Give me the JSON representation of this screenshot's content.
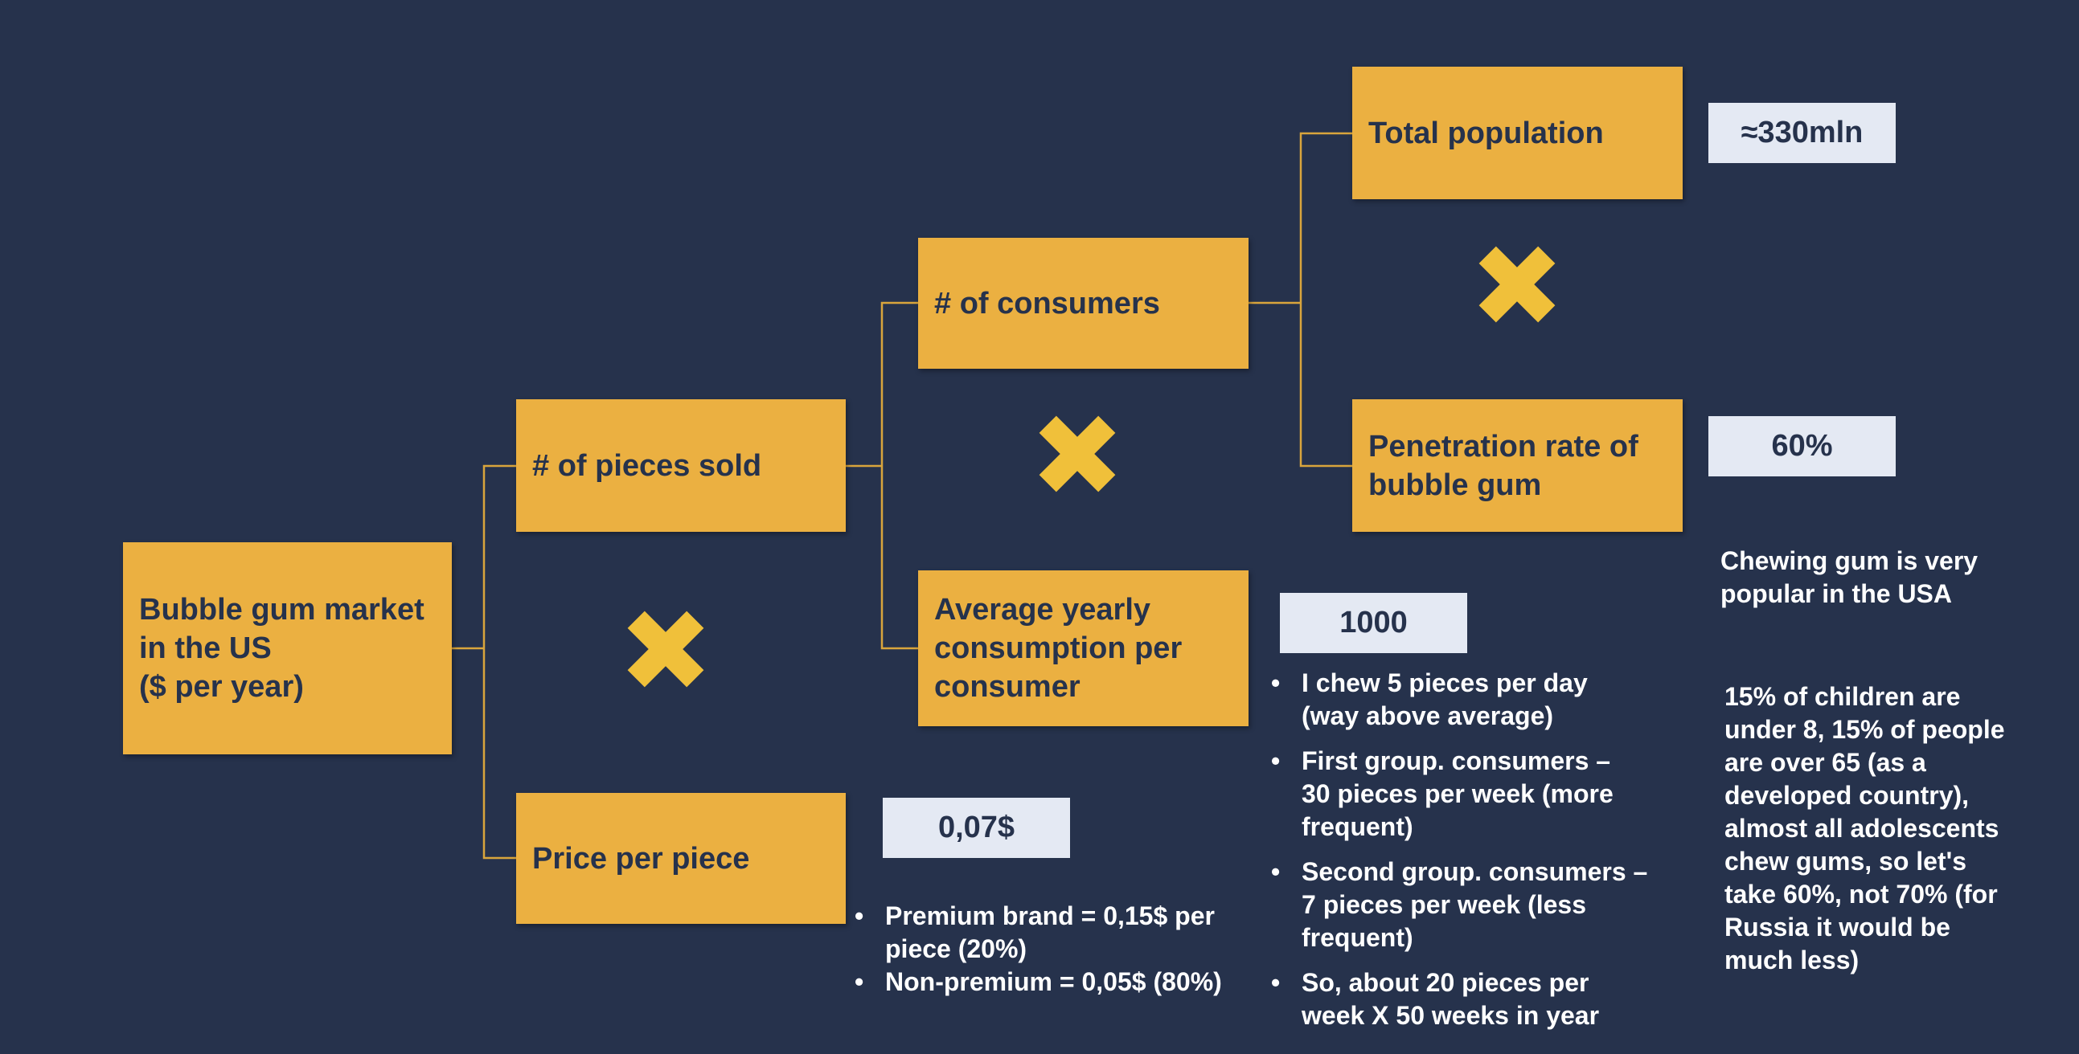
{
  "colors": {
    "background": "#26324c",
    "box_fill": "#ebb041",
    "value_fill": "#e4e9f3",
    "text_dark": "#26324c",
    "connector": "#d9a53c",
    "cross": "#f0c03a"
  },
  "tree": {
    "root": "Bubble gum market\nin the US\n($ per year)",
    "pieces_sold": "# of pieces sold",
    "price_per_piece": "Price per piece",
    "consumers": "# of consumers",
    "avg_consumption": "Average yearly\nconsumption per\nconsumer",
    "total_population": "Total population",
    "penetration_rate": "Penetration rate of\nbubble gum"
  },
  "values": {
    "population": "≈330mln",
    "penetration": "60%",
    "consumption": "1000",
    "price": "0,07$"
  },
  "notes": {
    "popularity": "Chewing gum is very\npopular in the USA",
    "penetration_reasoning": "15% of children are\nunder 8, 15% of people\nare over 65 (as a\ndeveloped country),\nalmost all adolescents\nchew gums, so let's\ntake 60%, not 70% (for\nRussia it would be\nmuch less)",
    "consumption_bullets": [
      "I chew 5 pieces per day\n(way above average)",
      "First group. consumers –\n30 pieces per week (more\nfrequent)",
      "Second group. consumers –\n7 pieces per week (less\nfrequent)",
      "So, about 20 pieces per\nweek X 50 weeks in year"
    ],
    "price_bullets": [
      "Premium brand = 0,15$ per\npiece (20%)",
      "Non-premium = 0,05$ (80%)"
    ]
  },
  "icons": {
    "multiply": "multiply-cross-icon",
    "bullet": "bullet-dot"
  }
}
